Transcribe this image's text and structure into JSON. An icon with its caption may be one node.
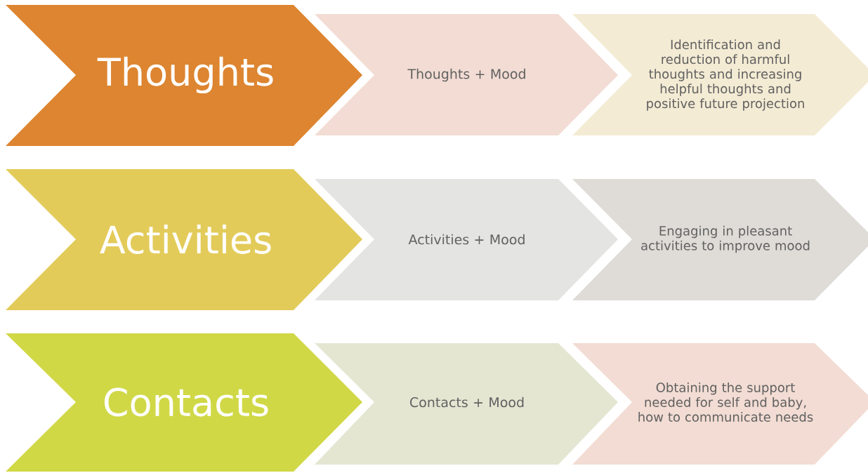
{
  "diagram": {
    "nodes": [
      {
        "text": [
          "Thoughts"
        ]
      },
      {
        "text": [
          "Thoughts + Mood"
        ]
      },
      {
        "text": [
          "Identification and reduction of harmful thoughts and increasing helpful thoughts and positive future projection"
        ]
      },
      {
        "text": [
          "Activities"
        ]
      },
      {
        "text": [
          "Activities + Mood"
        ]
      },
      {
        "text": [
          "Engaging in pleasant activities to improve mood"
        ]
      },
      {
        "text": [
          "Contacts"
        ]
      },
      {
        "text": [
          "Contacts + Mood"
        ]
      },
      {
        "text": [
          "Obtaining the support needed for self and baby, how to communicate needs"
        ]
      }
    ]
  }
}
